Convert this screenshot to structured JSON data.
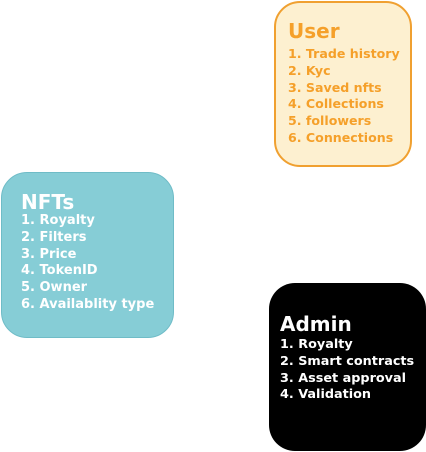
{
  "user": {
    "title": "User",
    "items": [
      "1. Trade history",
      "2. Kyc",
      "3. Saved nfts",
      "4. Collections",
      "5. followers",
      "6. Connections"
    ]
  },
  "nfts": {
    "title": "NFTs",
    "items": [
      "1. Royalty",
      "2. Filters",
      "3. Price",
      "4. TokenID",
      "5. Owner",
      "6. Availablity type"
    ]
  },
  "admin": {
    "title": "Admin",
    "items": [
      "1. Royalty",
      "2. Smart contracts",
      "3. Asset approval",
      "4. Validation"
    ]
  },
  "colors": {
    "user_fill": "#fdf0d0",
    "user_border": "#f0a030",
    "user_text": "#f5a02a",
    "nfts_fill": "#86cdd6",
    "nfts_text": "#ffffff",
    "admin_fill": "#000000",
    "admin_text": "#ffffff"
  }
}
